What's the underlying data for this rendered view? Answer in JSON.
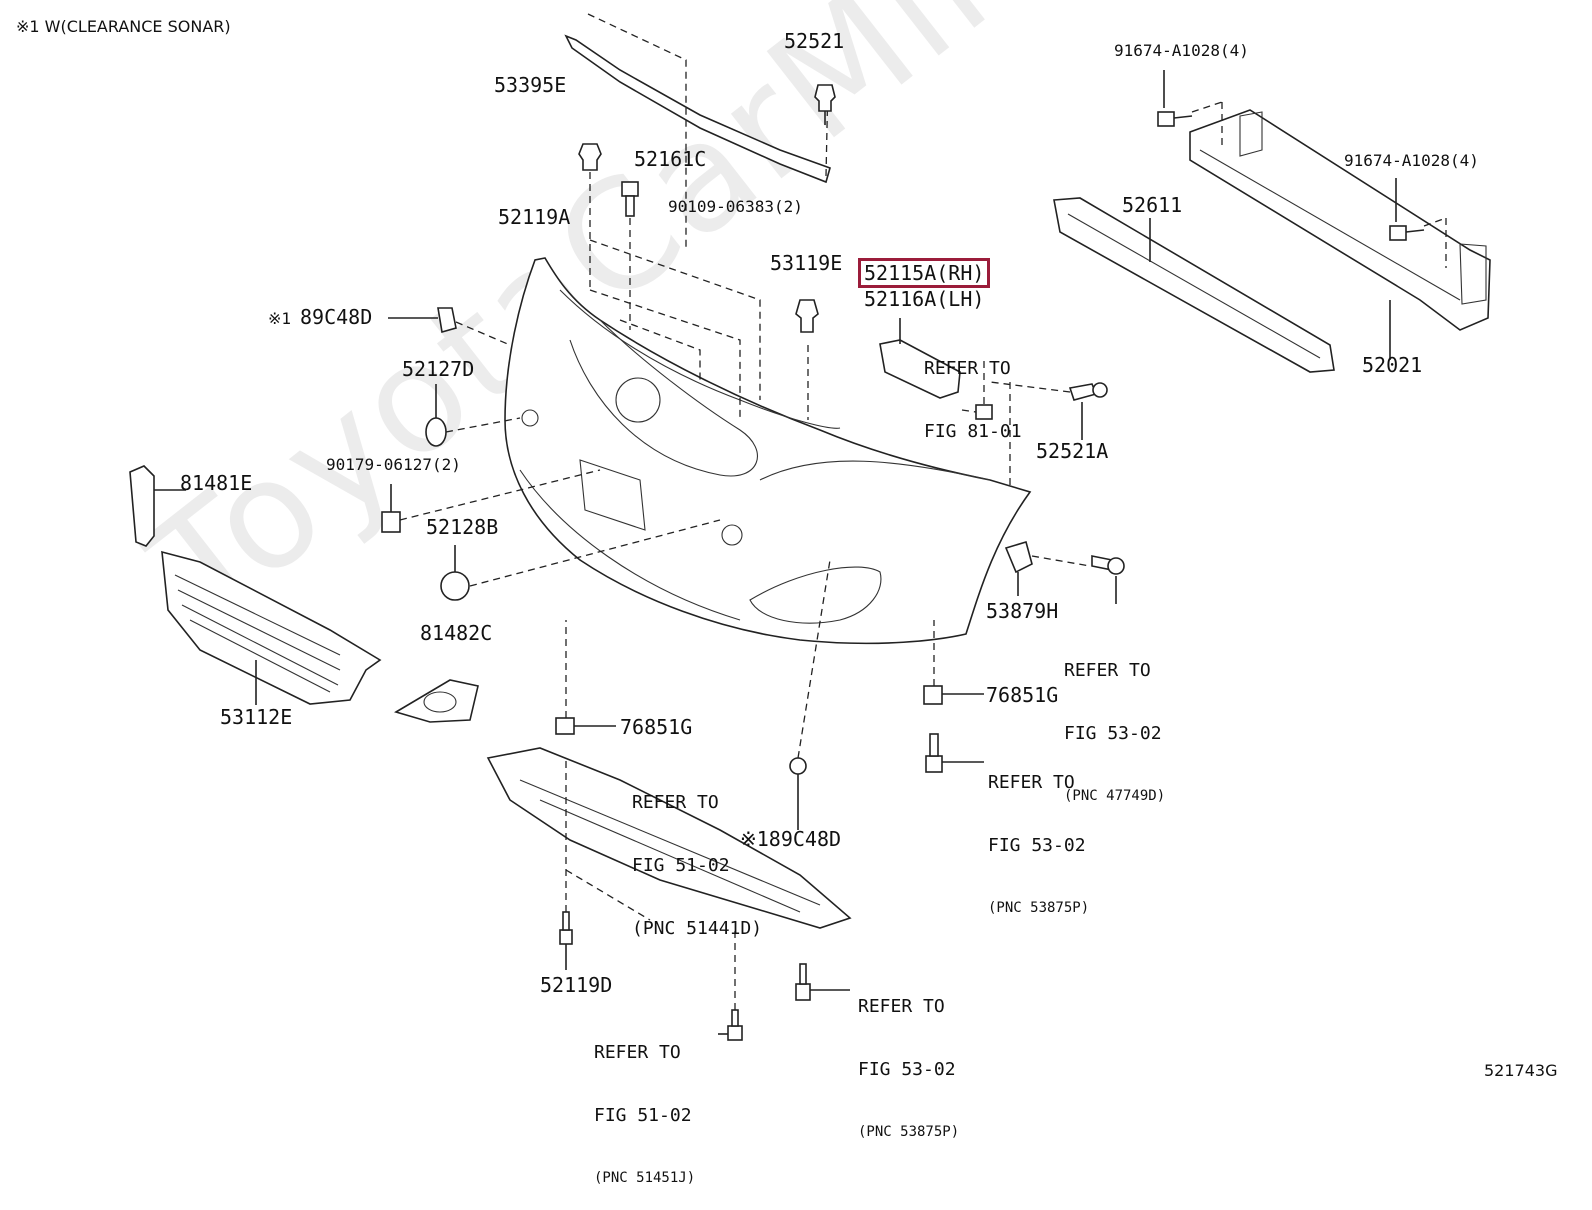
{
  "legend": "※1 W(CLEARANCE SONAR)",
  "watermark": "ToyotaCarMine.ru",
  "figure_code": "521743G",
  "highlight_color": "#9b1c3a",
  "parts": {
    "p53395E": "53395E",
    "p52521": "52521",
    "p52161C": "52161C",
    "p90109": "90109-06383(2)",
    "p52119A": "52119A",
    "p53119E": "53119E",
    "p52115A": "52115A(RH)",
    "p52116A": "52116A(LH)",
    "p89C48D_top_mark": "※1",
    "p89C48D_top": "89C48D",
    "p52127D": "52127D",
    "p90179": "90179-06127(2)",
    "p81481E": "81481E",
    "p52128B": "52128B",
    "p81482C": "81482C",
    "p53112E": "53112E",
    "p76851G_left": "76851G",
    "p89C48D_bottom": "※189C48D",
    "p52119D": "52119D",
    "p52521A": "52521A",
    "p53879H": "53879H",
    "p76851G_right": "76851G",
    "p91674_a": "91674-A1028(4)",
    "p91674_b": "91674-A1028(4)",
    "p52611": "52611",
    "p52021": "52021"
  },
  "refs": {
    "fig81": {
      "line1": "REFER TO",
      "line2": "FIG 81-01",
      "line3": ""
    },
    "fig53_a": {
      "line1": "REFER TO",
      "line2": "FIG 53-02",
      "line3": "(PNC 47749D)"
    },
    "fig53_b": {
      "line1": "REFER TO",
      "line2": "FIG 53-02",
      "line3": "(PNC 53875P)"
    },
    "fig51_a": {
      "line1": "REFER TO",
      "line2": "FIG 51-02",
      "line3": "(PNC 51441D)"
    },
    "fig53_c": {
      "line1": "REFER TO",
      "line2": "FIG 53-02",
      "line3": "(PNC 53875P)"
    },
    "fig51_b": {
      "line1": "REFER TO",
      "line2": "FIG 51-02",
      "line3": "(PNC 51451J)"
    }
  }
}
